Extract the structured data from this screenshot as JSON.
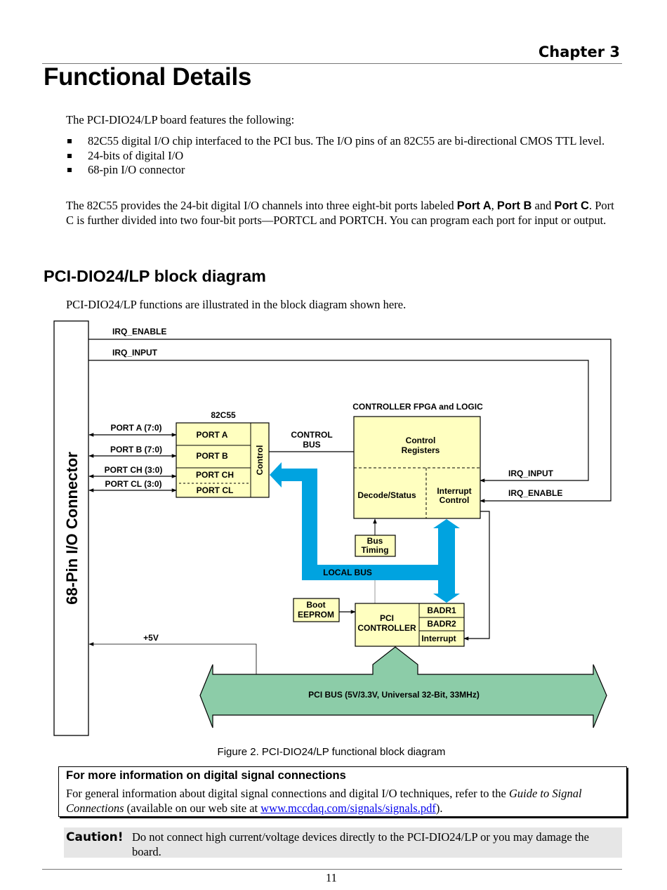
{
  "header": {
    "chapter": "Chapter 3",
    "title": "Functional Details"
  },
  "intro": {
    "lead": "The PCI-DIO24/LP board features the following:",
    "bullets": [
      "82C55 digital I/O chip interfaced to the PCI bus. The I/O pins of an 82C55 are bi-directional CMOS TTL level.",
      "24-bits of digital I/O",
      "68-pin I/O connector"
    ],
    "ports_paragraph": {
      "t1": "The 82C55 provides the 24-bit digital I/O channels into three eight-bit ports labeled ",
      "port_a": "Port A",
      "t2": ", ",
      "port_b": "Port B",
      "t3": " and ",
      "port_c": "Port C",
      "t4": ". Port C is further divided into two four-bit ports—PORTCL and PORTCH. You can program each port for input or output."
    }
  },
  "block_diagram_section": {
    "title": "PCI-DIO24/LP block diagram",
    "lead": "PCI-DIO24/LP functions are illustrated in the block diagram shown here."
  },
  "diagram": {
    "connector": "68-Pin I/O Connector",
    "irq_enable_top": "IRQ_ENABLE",
    "irq_input_top": "IRQ_INPUT",
    "chip_title": "82C55",
    "port_a_bus": "PORT A (7:0)",
    "port_b_bus": "PORT B (7:0)",
    "port_ch_bus": "PORT CH (3:0)",
    "port_cl_bus": "PORT CL (3:0)",
    "port_a": "PORT A",
    "port_b": "PORT B",
    "port_ch": "PORT CH",
    "port_cl": "PORT CL",
    "control": "Control",
    "control_bus_1": "CONTROL",
    "control_bus_2": "BUS",
    "fpga_title": "CONTROLLER FPGA and LOGIC",
    "control_registers_1": "Control",
    "control_registers_2": "Registers",
    "decode_status": "Decode/Status",
    "interrupt_control_1": "Interrupt",
    "interrupt_control_2": "Control",
    "irq_input_right": "IRQ_INPUT",
    "irq_enable_right": "IRQ_ENABLE",
    "bus_timing_1": "Bus",
    "bus_timing_2": "Timing",
    "local_bus": "LOCAL BUS",
    "boot_eeprom_1": "Boot",
    "boot_eeprom_2": "EEPROM",
    "pci_controller_1": "PCI",
    "pci_controller_2": "CONTROLLER",
    "badr1": "BADR1",
    "badr2": "BADR2",
    "interrupt": "Interrupt",
    "plus5v": "+5V",
    "pci_bus": "PCI BUS (5V/3.3V, Universal 32-Bit, 33MHz)",
    "colors": {
      "block_fill": "#ffffc0",
      "local_bus": "#00a3e0",
      "pci_bus": "#8ccca8"
    }
  },
  "caption": "Figure 2. PCI-DIO24/LP functional block diagram",
  "info_box": {
    "title": "For more information on digital signal connections",
    "t1": "For general information about  digital signal connections and digital I/O techniques, refer to the ",
    "guide": "Guide to Signal Connections",
    "t2": " (available on our web site at ",
    "link": "www.mccdaq.com/signals/signals.pdf",
    "t3": ")."
  },
  "caution": {
    "label": "Caution!",
    "text": "Do not connect high current/voltage devices directly to the PCI-DIO24/LP or you may damage the board."
  },
  "page_number": "11"
}
